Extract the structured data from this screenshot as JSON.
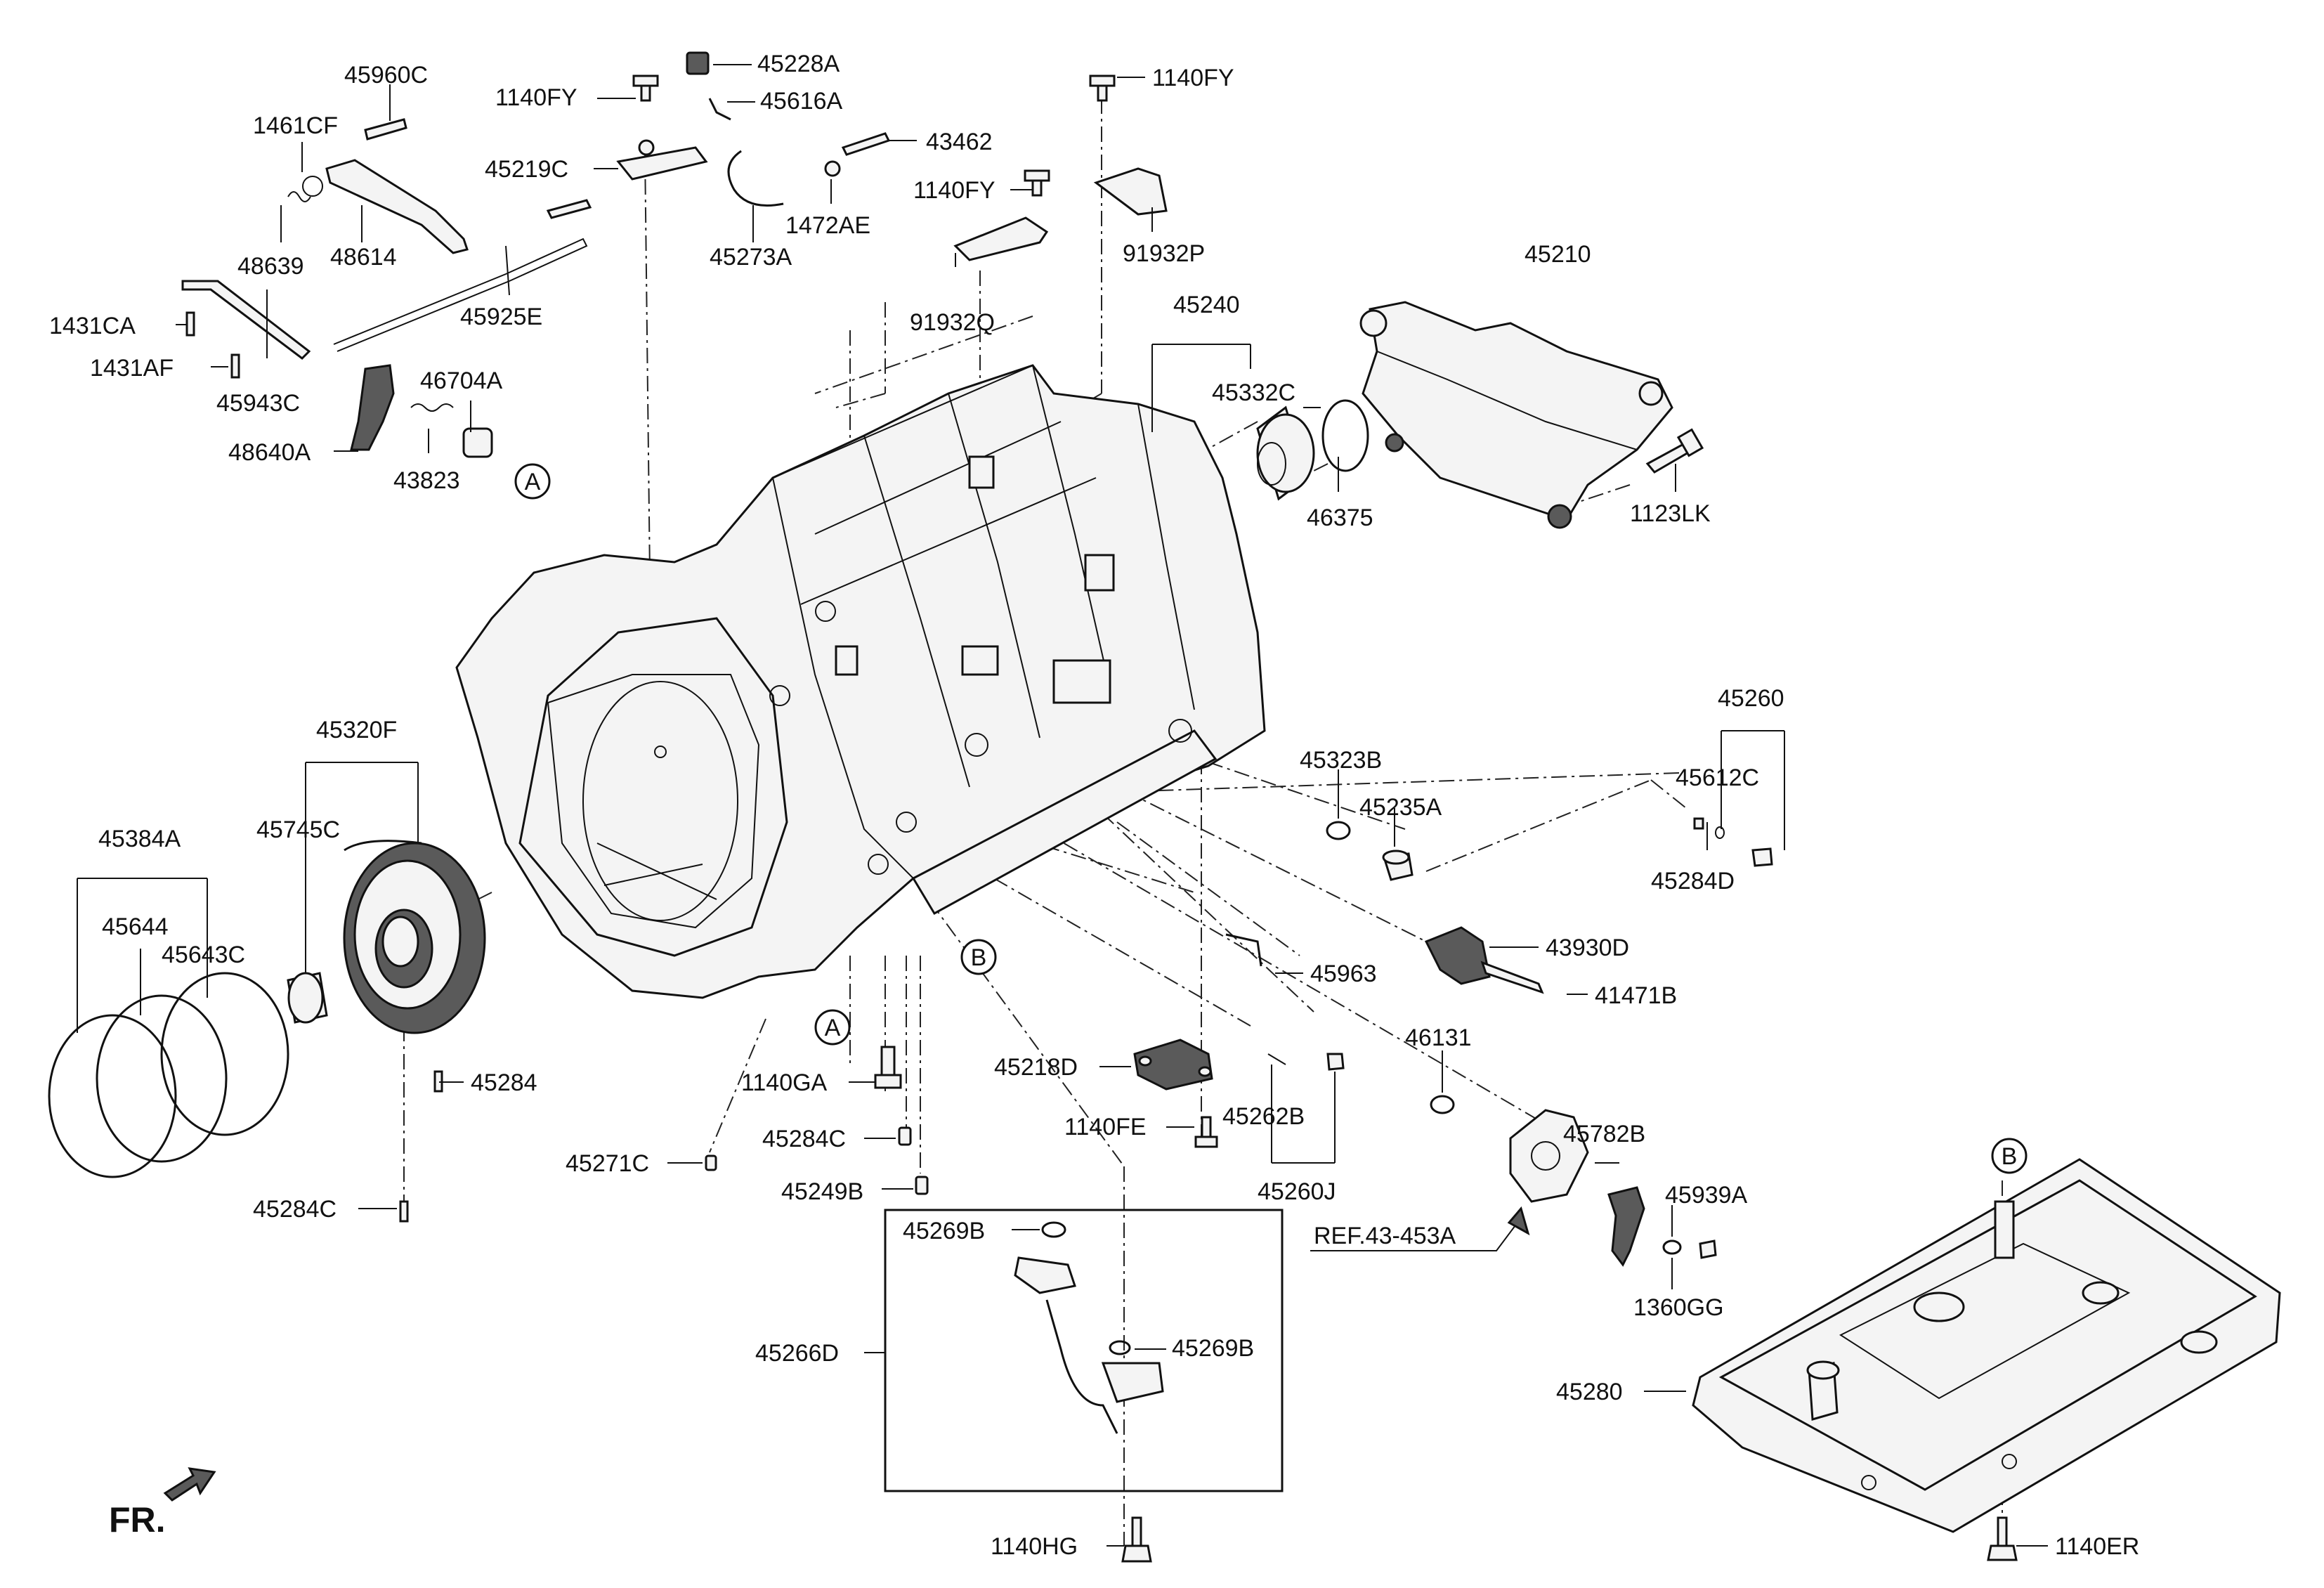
{
  "labels": [
    {
      "id": "45960C",
      "text": "45960C"
    },
    {
      "id": "45228A",
      "text": "45228A"
    },
    {
      "id": "1140FY-a",
      "text": "1140FY"
    },
    {
      "id": "45616A",
      "text": "45616A"
    },
    {
      "id": "1140FY-b",
      "text": "1140FY"
    },
    {
      "id": "1461CF",
      "text": "1461CF"
    },
    {
      "id": "43462",
      "text": "43462"
    },
    {
      "id": "45219C",
      "text": "45219C"
    },
    {
      "id": "1140FY-c",
      "text": "1140FY"
    },
    {
      "id": "48639",
      "text": "48639"
    },
    {
      "id": "48614",
      "text": "48614"
    },
    {
      "id": "45273A",
      "text": "45273A"
    },
    {
      "id": "1472AE",
      "text": "1472AE"
    },
    {
      "id": "91932P",
      "text": "91932P"
    },
    {
      "id": "45210",
      "text": "45210"
    },
    {
      "id": "45925E",
      "text": "45925E"
    },
    {
      "id": "1431CA",
      "text": "1431CA"
    },
    {
      "id": "91932Q",
      "text": "91932Q"
    },
    {
      "id": "45240",
      "text": "45240"
    },
    {
      "id": "1431AF",
      "text": "1431AF"
    },
    {
      "id": "46704A",
      "text": "46704A"
    },
    {
      "id": "45332C",
      "text": "45332C"
    },
    {
      "id": "45943C",
      "text": "45943C"
    },
    {
      "id": "48640A",
      "text": "48640A"
    },
    {
      "id": "43823",
      "text": "43823"
    },
    {
      "id": "1123LK",
      "text": "1123LK"
    },
    {
      "id": "46375",
      "text": "46375"
    },
    {
      "id": "45260",
      "text": "45260"
    },
    {
      "id": "45320F",
      "text": "45320F"
    },
    {
      "id": "45323B",
      "text": "45323B"
    },
    {
      "id": "45612C",
      "text": "45612C"
    },
    {
      "id": "45235A",
      "text": "45235A"
    },
    {
      "id": "45745C",
      "text": "45745C"
    },
    {
      "id": "45384A",
      "text": "45384A"
    },
    {
      "id": "45284D",
      "text": "45284D"
    },
    {
      "id": "45644",
      "text": "45644"
    },
    {
      "id": "45643C",
      "text": "45643C"
    },
    {
      "id": "43930D",
      "text": "43930D"
    },
    {
      "id": "45963",
      "text": "45963"
    },
    {
      "id": "41471B",
      "text": "41471B"
    },
    {
      "id": "46131",
      "text": "46131"
    },
    {
      "id": "1140GA",
      "text": "1140GA"
    },
    {
      "id": "45218D",
      "text": "45218D"
    },
    {
      "id": "45284",
      "text": "45284"
    },
    {
      "id": "45262B",
      "text": "45262B"
    },
    {
      "id": "1140FE",
      "text": "1140FE"
    },
    {
      "id": "45782B",
      "text": "45782B"
    },
    {
      "id": "45284C-a",
      "text": "45284C"
    },
    {
      "id": "45271C",
      "text": "45271C"
    },
    {
      "id": "45260J",
      "text": "45260J"
    },
    {
      "id": "45939A",
      "text": "45939A"
    },
    {
      "id": "45249B",
      "text": "45249B"
    },
    {
      "id": "45284C-b",
      "text": "45284C"
    },
    {
      "id": "45269B-a",
      "text": "45269B"
    },
    {
      "id": "REF",
      "text": "REF.43-453A"
    },
    {
      "id": "1360GG",
      "text": "1360GG"
    },
    {
      "id": "45266D",
      "text": "45266D"
    },
    {
      "id": "45269B-b",
      "text": "45269B"
    },
    {
      "id": "45280",
      "text": "45280"
    },
    {
      "id": "1140HG",
      "text": "1140HG"
    },
    {
      "id": "1140ER",
      "text": "1140ER"
    }
  ],
  "markers": [
    {
      "id": "A1",
      "text": "A"
    },
    {
      "id": "A2",
      "text": "A"
    },
    {
      "id": "B1",
      "text": "B"
    },
    {
      "id": "B2",
      "text": "B"
    }
  ],
  "direction_label": "FR."
}
